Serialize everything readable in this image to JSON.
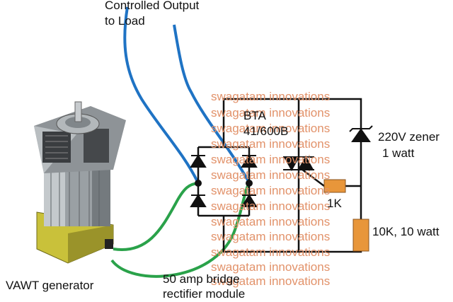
{
  "labels": {
    "output_line1": "Controlled Output",
    "output_line2": "to Load",
    "triac_line1": "BTA",
    "triac_line2": "41/600B",
    "zener_line1": "220V zener",
    "zener_line2": "1 watt",
    "r1k": "1K",
    "r10k": "10K, 10 watt",
    "generator": "VAWT generator",
    "bridge_line1": "50 amp bridge",
    "bridge_line2": "rectifier module"
  },
  "watermark": [
    "swagatam innovations",
    "swagatam innovations",
    "swagatam innovations",
    "swagatam innovations",
    "swagatam innovations",
    "swagatam innovations",
    "swagatam innovations",
    "swagatam innovations",
    "swagatam innovations",
    "swagatam innovations",
    "swagatam innovations",
    "swagatam innovations",
    "swagatam innovations"
  ],
  "colors": {
    "wire": "#111111",
    "output_wire": "#1f73c4",
    "generator_wire": "#2aa24a",
    "resistor": "#e8963a",
    "watermark": "#e2926a"
  }
}
